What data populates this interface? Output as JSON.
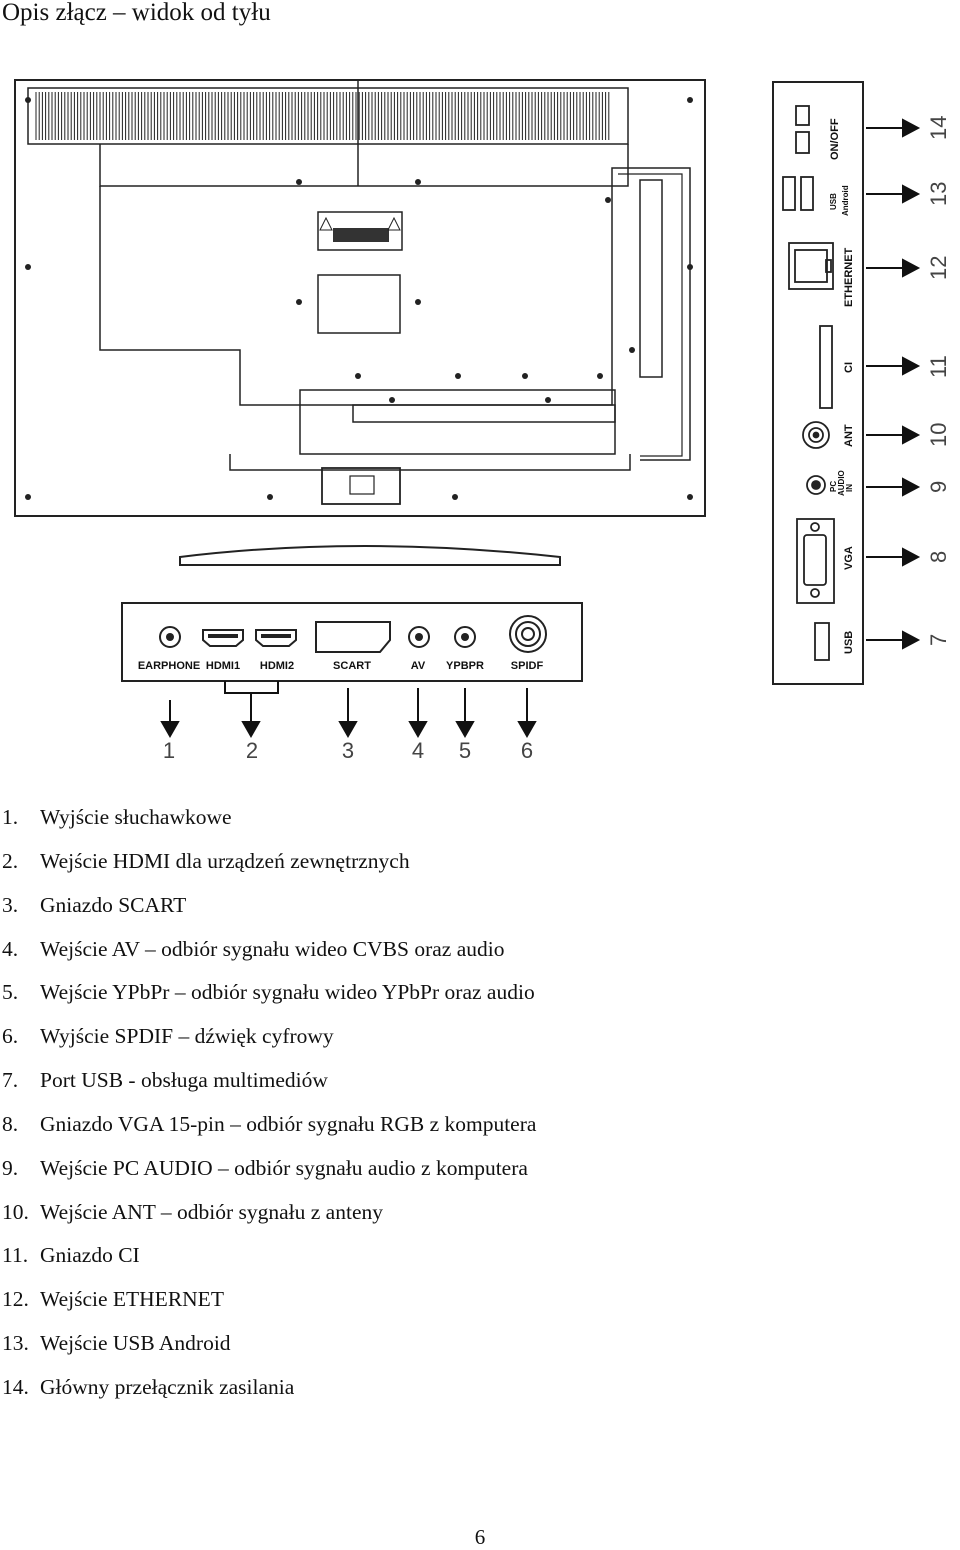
{
  "title": "Opis złącz – widok od tyłu",
  "figure": {
    "bottom_panel_labels": [
      "EARPHONE",
      "HDMI1",
      "HDMI2",
      "SCART",
      "AV",
      "YPBPR",
      "SPIDF"
    ],
    "side_panel_labels": [
      "ON/OFF",
      "USB",
      "Android",
      "ETHERNET",
      "CI",
      "ANT",
      "PC",
      "AUDIO",
      "IN",
      "VGA",
      "USB"
    ],
    "bottom_numbers": [
      "1",
      "2",
      "3",
      "4",
      "5",
      "6"
    ],
    "side_numbers": [
      "14",
      "13",
      "12",
      "11",
      "10",
      "9",
      "8",
      "7"
    ]
  },
  "legend": [
    {
      "num": "1.",
      "text": "Wyjście słuchawkowe"
    },
    {
      "num": "2.",
      "text": "Wejście HDMI dla urządzeń zewnętrznych"
    },
    {
      "num": "3.",
      "text": "Gniazdo SCART"
    },
    {
      "num": "4.",
      "text": "Wejście AV – odbiór sygnału wideo CVBS oraz audio"
    },
    {
      "num": "5.",
      "text": "Wejście YPbPr – odbiór sygnału wideo YPbPr oraz audio"
    },
    {
      "num": "6.",
      "text": "Wyjście SPDIF – dźwięk cyfrowy"
    },
    {
      "num": "7.",
      "text": "Port USB - obsługa multimediów"
    },
    {
      "num": "8.",
      "text": "Gniazdo VGA 15-pin – odbiór sygnału RGB z komputera"
    },
    {
      "num": "9.",
      "text": "Wejście PC AUDIO – odbiór sygnału audio z komputera"
    },
    {
      "num": "10.",
      "text": "Wejście ANT – odbiór sygnału z anteny"
    },
    {
      "num": "11.",
      "text": "Gniazdo CI"
    },
    {
      "num": "12.",
      "text": "Wejście ETHERNET"
    },
    {
      "num": "13.",
      "text": "Wejście USB Android"
    },
    {
      "num": "14.",
      "text": "Główny przełącznik zasilania"
    }
  ],
  "page_number": "6"
}
